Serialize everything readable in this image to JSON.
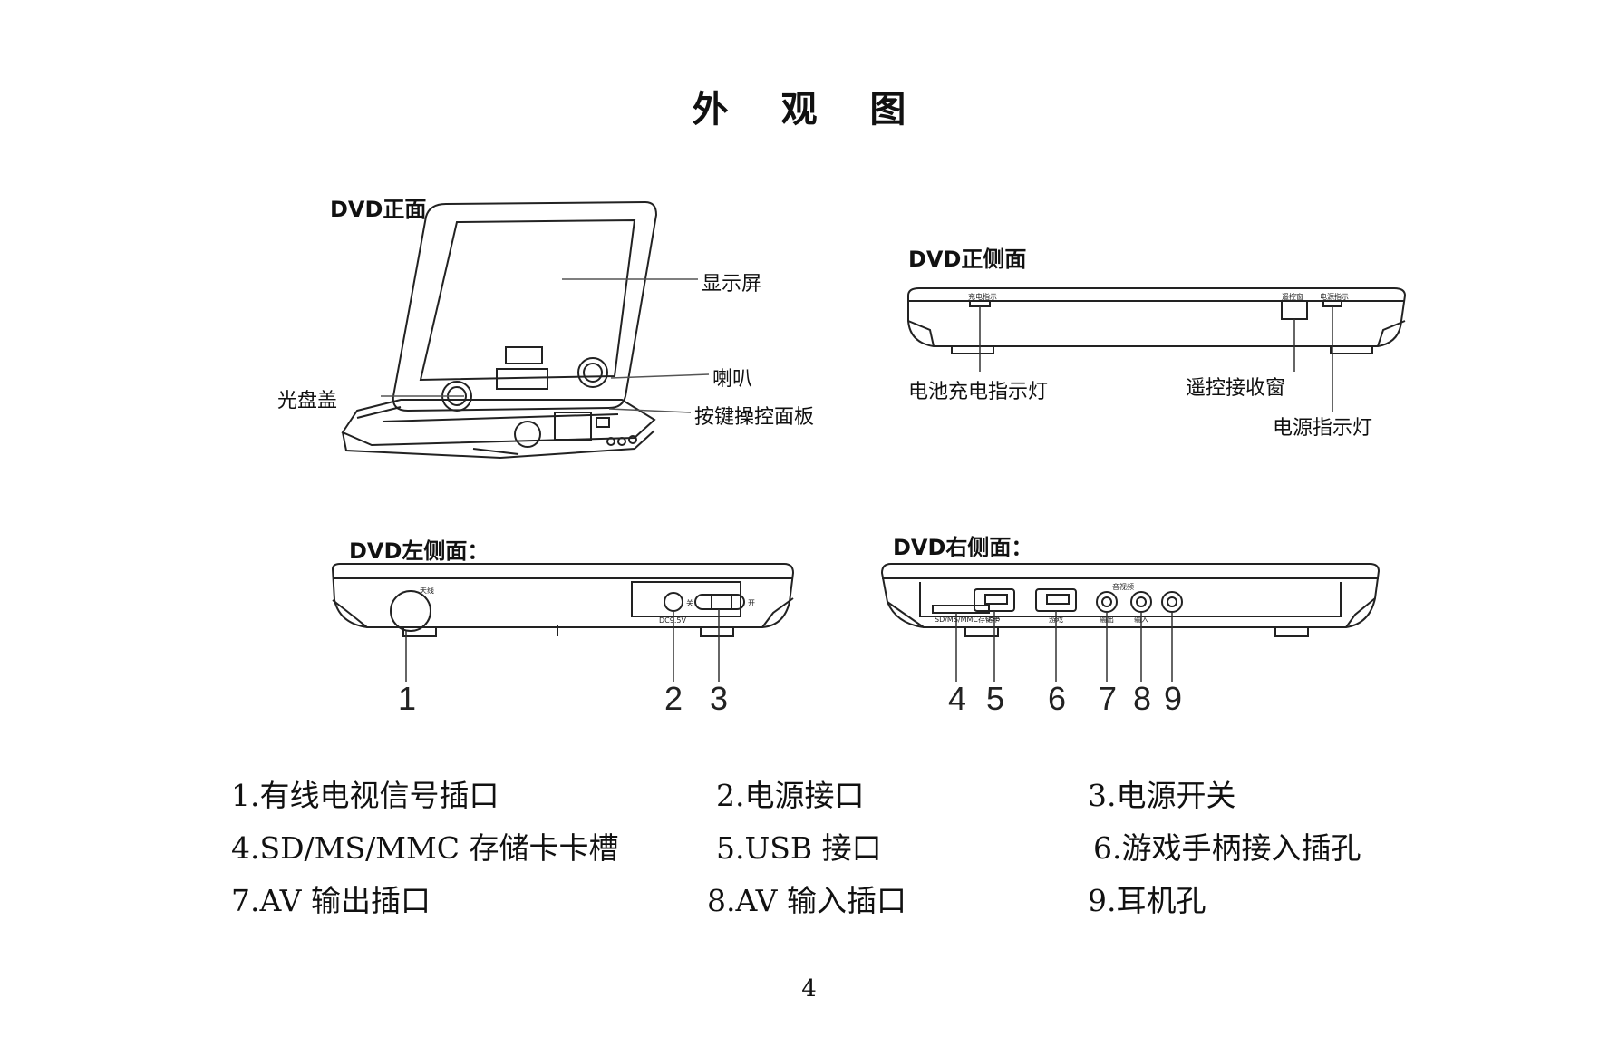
{
  "page": {
    "title": "外 观 图",
    "page_number": "4"
  },
  "front_view": {
    "heading": "DVD正面",
    "labels": {
      "screen": "显示屏",
      "speaker": "喇叭",
      "disc_cover": "光盘盖",
      "control_panel": "按键操控面板"
    }
  },
  "front_side_view": {
    "heading": "DVD正侧面",
    "labels": {
      "charge_led": "电池充电指示灯",
      "ir_window": "遥控接收窗",
      "power_led": "电源指示灯"
    },
    "tiny_labels": {
      "charge": "充电指示",
      "ir": "遥控窗",
      "power": "电源指示"
    }
  },
  "left_side_view": {
    "heading": "DVD左侧面：",
    "numbers": [
      "1",
      "2",
      "3"
    ],
    "tiny_labels": {
      "antenna": "天线",
      "dc": "DC9.5V",
      "off": "关",
      "on": "开"
    }
  },
  "right_side_view": {
    "heading": "DVD右侧面：",
    "numbers": [
      "4",
      "5",
      "6",
      "7",
      "8",
      "9"
    ],
    "tiny_labels": {
      "card": "SD/MS/MMC存储卡",
      "usb": "USB",
      "game": "游戏",
      "av_group": "音视频",
      "av_out": "输出",
      "av_in": "输入"
    }
  },
  "legend": [
    "1.有线电视信号插口",
    "2.电源接口",
    "3.电源开关",
    "4.SD/MS/MMC 存储卡卡槽",
    "5.USB 接口",
    "6.游戏手柄接入插孔",
    "7.AV 输出插口",
    "8.AV 输入插口",
    "9.耳机孔"
  ]
}
